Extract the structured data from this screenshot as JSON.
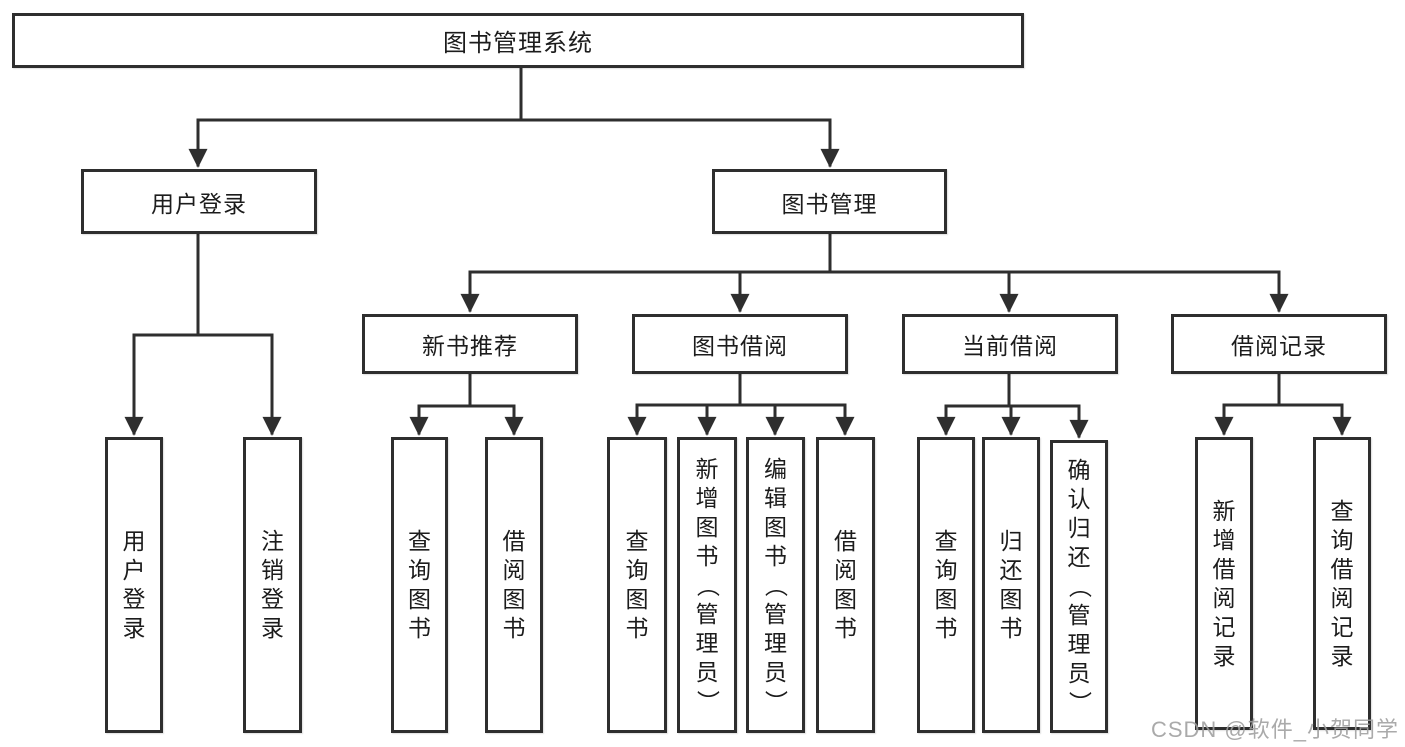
{
  "diagram": {
    "type": "hierarchy-chart",
    "root": {
      "label": "图书管理系统"
    },
    "level2": [
      {
        "label": "用户登录"
      },
      {
        "label": "图书管理"
      }
    ],
    "level3": [
      {
        "label": "新书推荐",
        "parent": "图书管理"
      },
      {
        "label": "图书借阅",
        "parent": "图书管理"
      },
      {
        "label": "当前借阅",
        "parent": "图书管理"
      },
      {
        "label": "借阅记录",
        "parent": "图书管理"
      }
    ],
    "leaves": [
      {
        "label": "用户登录",
        "parent": "用户登录"
      },
      {
        "label": "注销登录",
        "parent": "用户登录"
      },
      {
        "label": "查询图书",
        "parent": "新书推荐"
      },
      {
        "label": "借阅图书",
        "parent": "新书推荐"
      },
      {
        "label": "查询图书",
        "parent": "图书借阅"
      },
      {
        "label": "新增图书（管理员）",
        "parent": "图书借阅"
      },
      {
        "label": "编辑图书（管理员）",
        "parent": "图书借阅"
      },
      {
        "label": "借阅图书",
        "parent": "图书借阅"
      },
      {
        "label": "查询图书",
        "parent": "当前借阅"
      },
      {
        "label": "归还图书",
        "parent": "当前借阅"
      },
      {
        "label": "确认归还（管理员）",
        "parent": "当前借阅"
      },
      {
        "label": "新增借阅记录",
        "parent": "借阅记录"
      },
      {
        "label": "查询借阅记录",
        "parent": "借阅记录"
      }
    ]
  },
  "watermark": {
    "text": "CSDN @软件_小贺同学"
  },
  "colors": {
    "line": "#2e2e2e",
    "box_border": "#2e2e2e",
    "text": "#1c1c1c",
    "watermark": "#9e9e9e",
    "background": "#ffffff"
  }
}
